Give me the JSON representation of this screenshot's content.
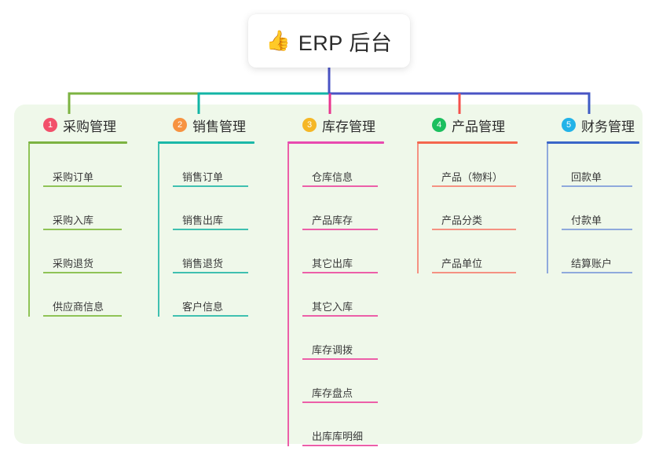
{
  "diagram": {
    "title": "ERP 后台",
    "root": {
      "emoji": "👍",
      "emoji_name": "thumbs-up-icon",
      "label": "ERP 后台"
    },
    "canvas_background": "#ffffff",
    "panel_background": "#eff8ea",
    "branches": [
      {
        "index": "1",
        "label": "采购管理",
        "badge_color": "#F2506A",
        "rule_color": "#7CB342",
        "leaf_color": "#8FC356",
        "connector_color": "#7CB342",
        "leaves": [
          "采购订单",
          "采购入库",
          "采购退货",
          "供应商信息"
        ]
      },
      {
        "index": "2",
        "label": "销售管理",
        "badge_color": "#F79341",
        "rule_color": "#1BB8A8",
        "leaf_color": "#3FC0B0",
        "connector_color": "#12B5A5",
        "leaves": [
          "销售订单",
          "销售出库",
          "销售退货",
          "客户信息"
        ]
      },
      {
        "index": "3",
        "label": "库存管理",
        "badge_color": "#F5B726",
        "rule_color": "#E84AAF",
        "leaf_color": "#EC5FA8",
        "connector_color": "#E8368F",
        "leaves": [
          "仓库信息",
          "产品库存",
          "其它出库",
          "其它入库",
          "库存调拨",
          "库存盘点",
          "出库库明细"
        ]
      },
      {
        "index": "4",
        "label": "产品管理",
        "badge_color": "#1BBF5E",
        "rule_color": "#F4674E",
        "leaf_color": "#F59182",
        "connector_color": "#F4514C",
        "leaves": [
          "产品（物料）",
          "产品分类",
          "产品单位"
        ]
      },
      {
        "index": "5",
        "label": "财务管理",
        "badge_color": "#22B3E8",
        "rule_color": "#3A66C8",
        "leaf_color": "#8FA9DC",
        "connector_color": "#3F5BC4",
        "leaves": [
          "回款单",
          "付款单",
          "结算账户"
        ]
      }
    ]
  }
}
